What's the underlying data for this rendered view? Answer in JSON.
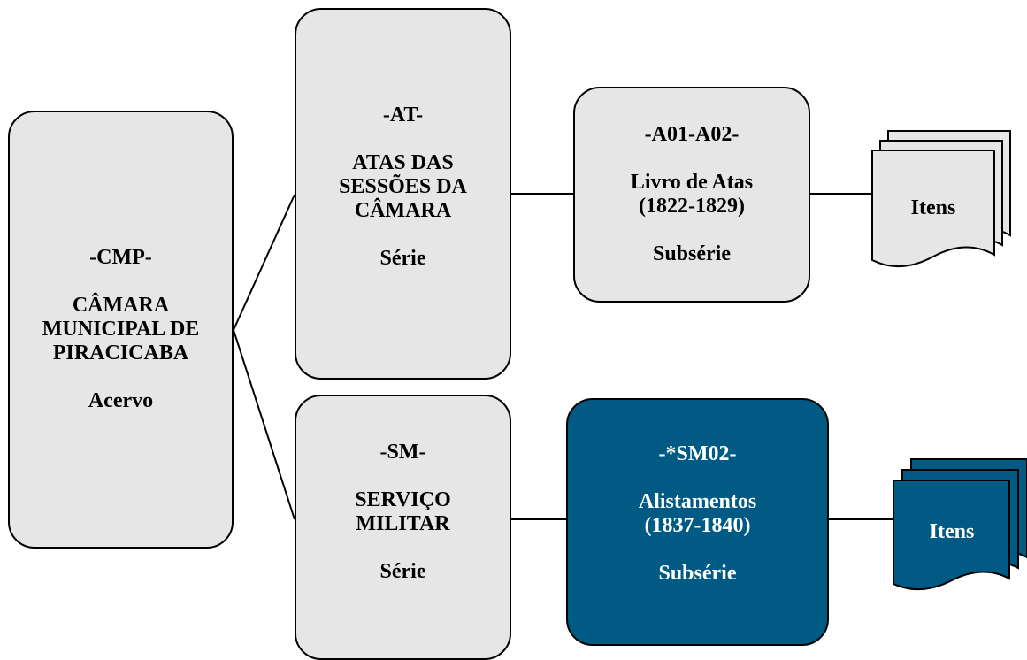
{
  "colors": {
    "box_fill": "#e6e6e6",
    "highlight_fill": "#005a84",
    "highlight_text": "#ffffff",
    "stroke": "#000000"
  },
  "acervo": {
    "code": "-CMP-",
    "name_lines": [
      "CÂMARA",
      "MUNICIPAL DE",
      "PIRACICABA"
    ],
    "level": "Acervo"
  },
  "serie_at": {
    "code": "-AT-",
    "name_lines": [
      "ATAS DAS",
      "SESSÕES DA",
      "CÂMARA"
    ],
    "level": "Série"
  },
  "serie_sm": {
    "code": "-SM-",
    "name_lines": [
      "SERVIÇO",
      "MILITAR"
    ],
    "level": "Série"
  },
  "subserie_at": {
    "code": "-A01-A02-",
    "name_lines": [
      "Livro de Atas",
      "(1822-1829)"
    ],
    "level": "Subsérie"
  },
  "subserie_sm": {
    "code": "-*SM02-",
    "name_lines": [
      "Alistamentos",
      "(1837-1840)"
    ],
    "level": "Subsérie"
  },
  "itens_top": {
    "label": "Itens"
  },
  "itens_bottom": {
    "label": "Itens"
  }
}
